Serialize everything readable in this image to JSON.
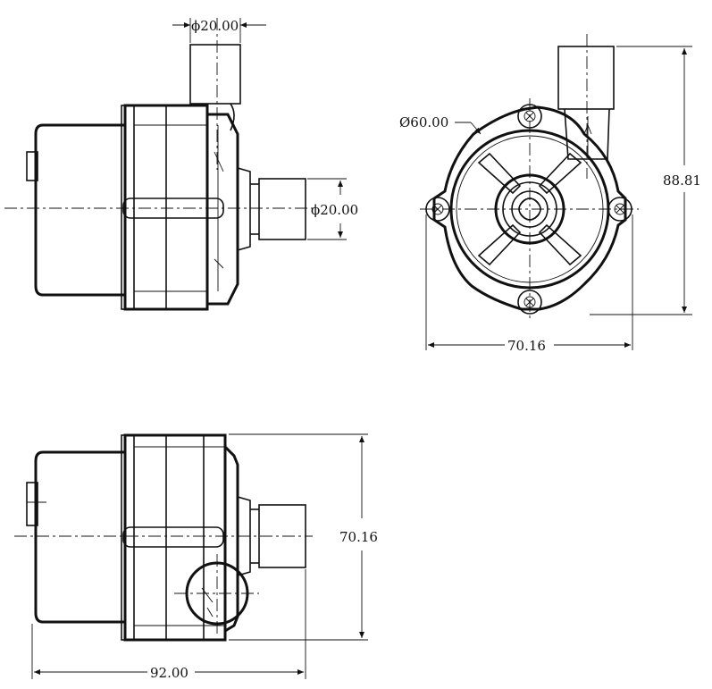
{
  "diagram": {
    "type": "technical-drawing",
    "views": [
      "side-view",
      "front-view",
      "top-view"
    ]
  },
  "dimensions": {
    "outlet_diameter": "ϕ20.00",
    "inlet_diameter": "ϕ20.00",
    "body_diameter": "Ø60.00",
    "front_height": "88.81",
    "front_width": "70.16",
    "top_height": "70.16",
    "overall_length": "92.00"
  },
  "colors": {
    "line": "#111111",
    "background": "#ffffff"
  }
}
